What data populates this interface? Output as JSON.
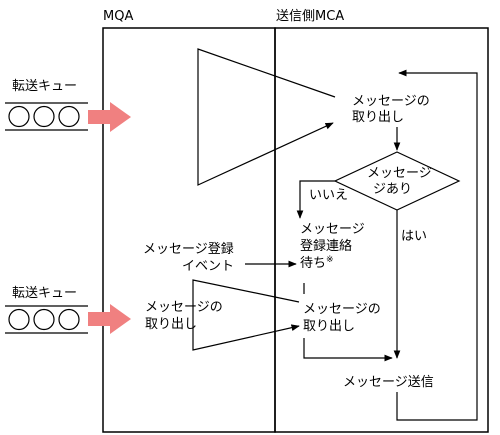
{
  "headers": {
    "mqa": "MQA",
    "sender_mca": "送信側MCA"
  },
  "queues": [
    {
      "label": "転送キュー"
    },
    {
      "label": "転送キュー"
    }
  ],
  "labels": {
    "retrieve_top_1": "メッセージの",
    "retrieve_top_2": "取り出し",
    "decision_1": "メッセージ",
    "decision_2": "ジあり",
    "no": "いいえ",
    "yes": "はい",
    "event_1": "メッセージ登録",
    "event_2": "イベント",
    "wait_1": "メッセージ",
    "wait_2": "登録連絡",
    "wait_3": "待ち",
    "wait_note": "※",
    "mqa_retrieve_1": "メッセージの",
    "mqa_retrieve_2": "取り出し",
    "retrieve_bottom_1": "メッセージの",
    "retrieve_bottom_2": "取り出し",
    "send": "メッセージ送信"
  },
  "colors": {
    "arrow_fill": "#f08080",
    "line": "#000000"
  }
}
